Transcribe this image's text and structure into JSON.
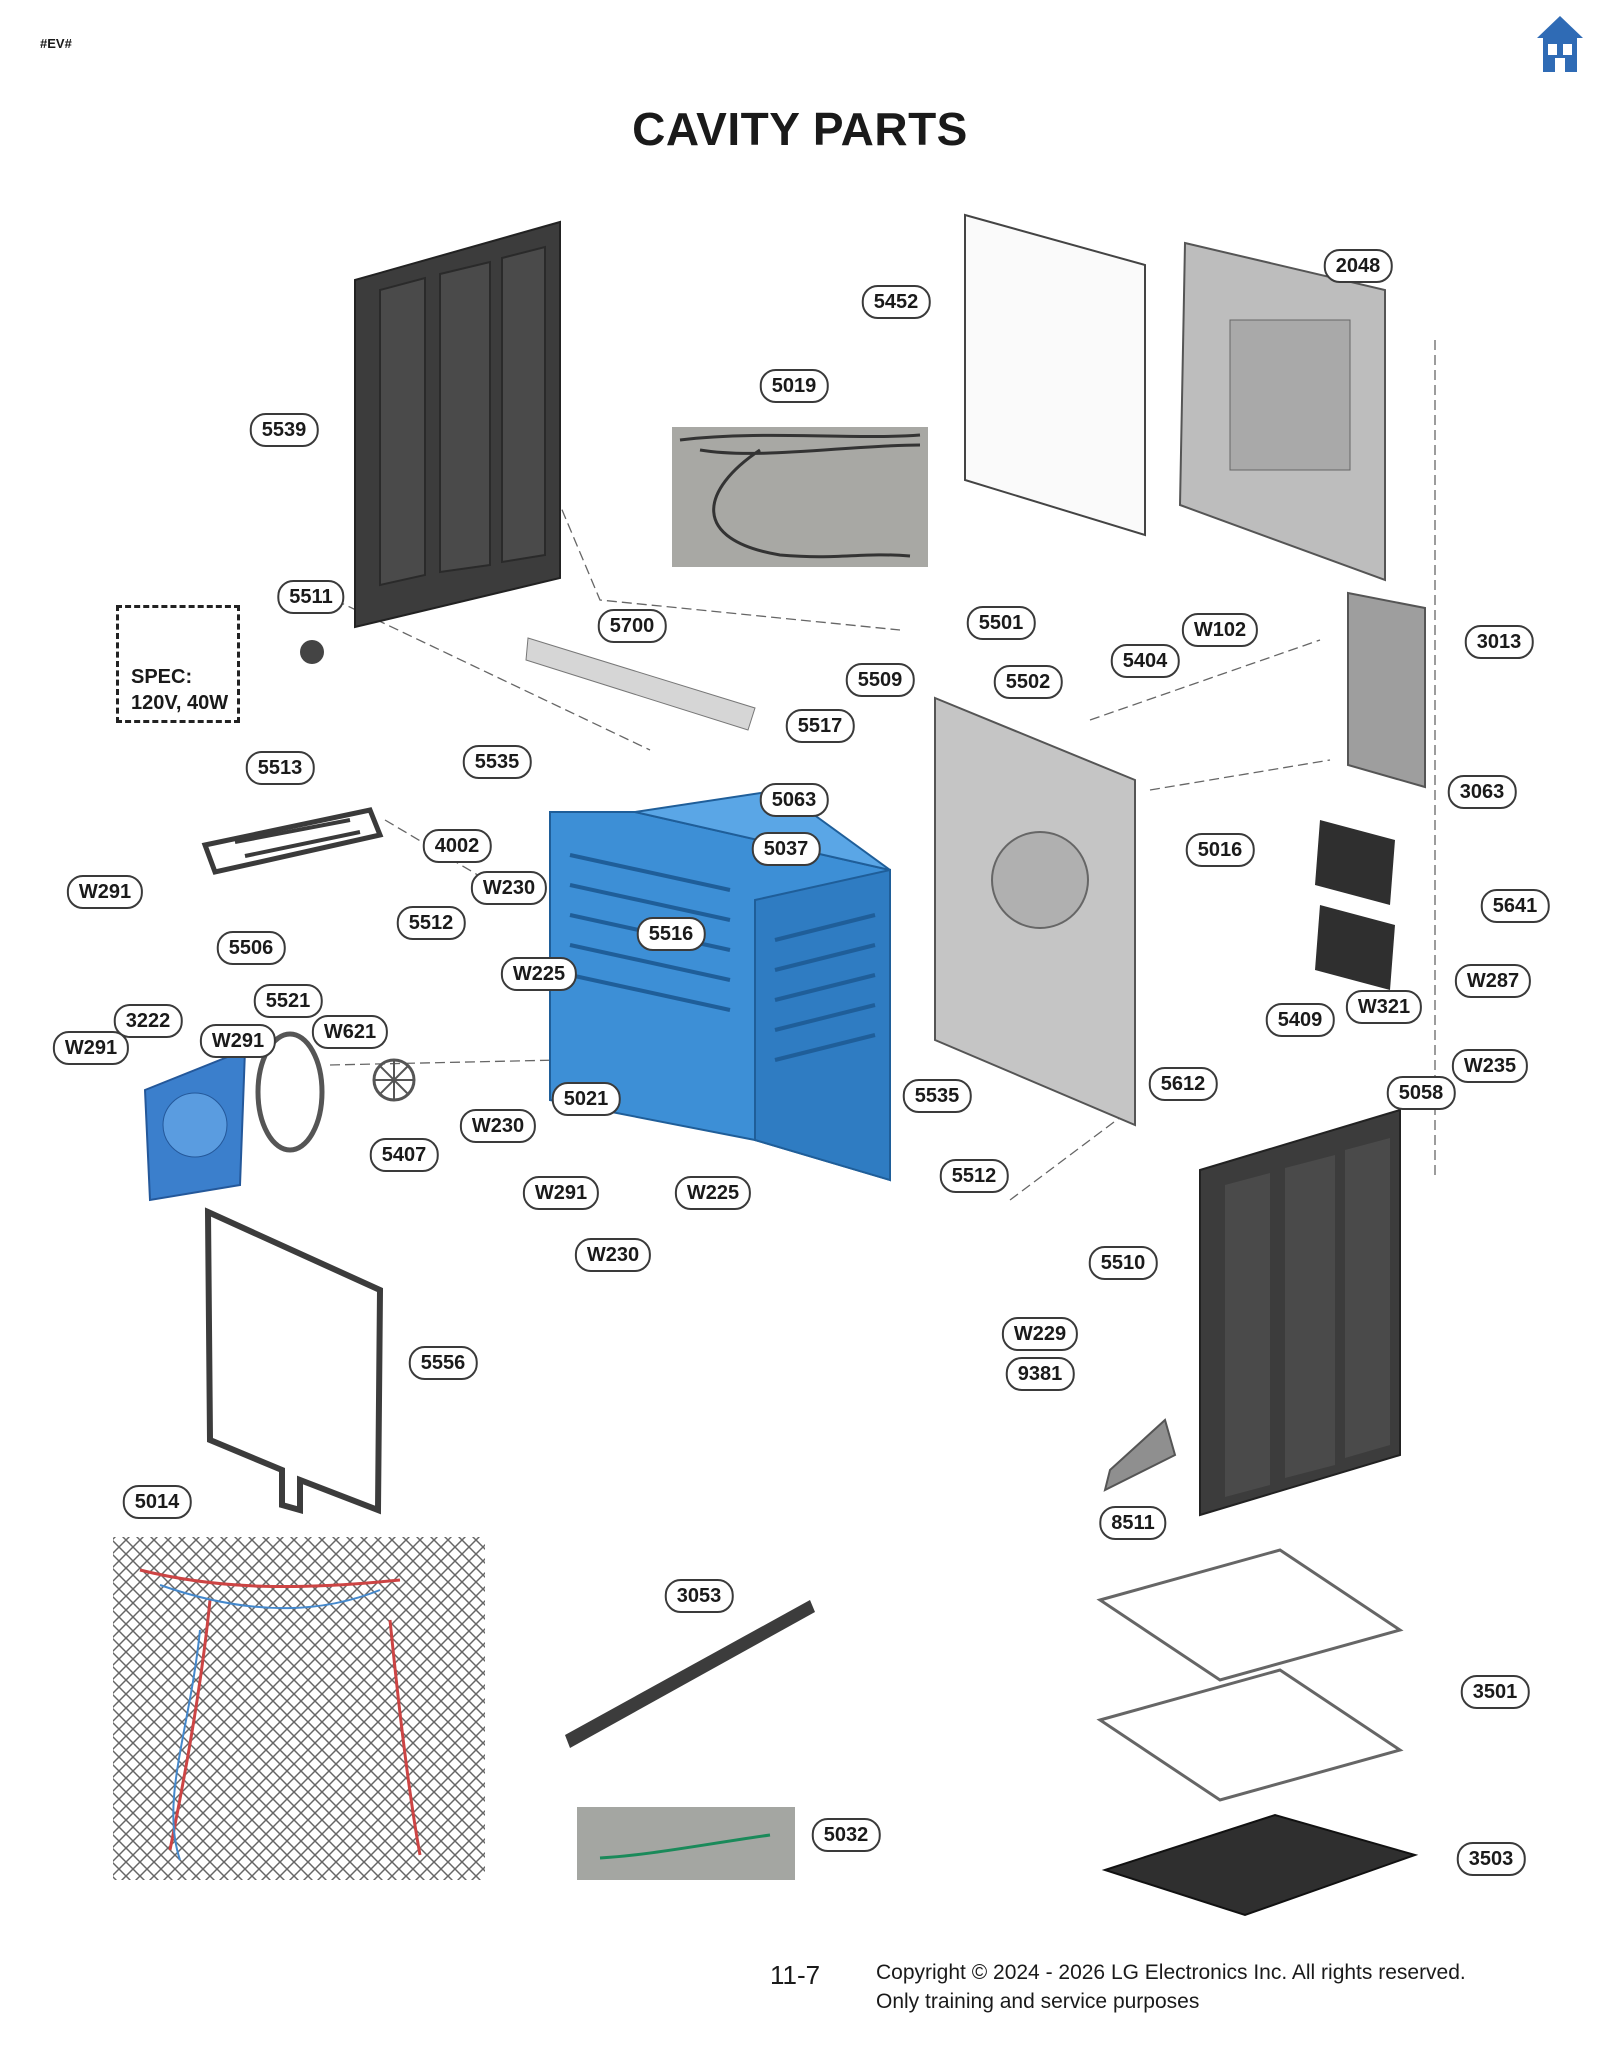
{
  "header": {
    "tag": "#EV#",
    "home_icon": "home-icon",
    "title": "CAVITY PARTS"
  },
  "spec_box": {
    "line1": "SPEC:",
    "line2": "120V, 40W"
  },
  "callouts": [
    {
      "id": "5539",
      "label": "5539"
    },
    {
      "id": "5452",
      "label": "5452"
    },
    {
      "id": "2048",
      "label": "2048"
    },
    {
      "id": "5019",
      "label": "5019"
    },
    {
      "id": "5511",
      "label": "5511"
    },
    {
      "id": "5700",
      "label": "5700"
    },
    {
      "id": "5501",
      "label": "5501"
    },
    {
      "id": "W102",
      "label": "W102"
    },
    {
      "id": "3013",
      "label": "3013"
    },
    {
      "id": "5509",
      "label": "5509"
    },
    {
      "id": "5502",
      "label": "5502"
    },
    {
      "id": "5404",
      "label": "5404"
    },
    {
      "id": "5517",
      "label": "5517"
    },
    {
      "id": "5513",
      "label": "5513"
    },
    {
      "id": "5535a",
      "label": "5535"
    },
    {
      "id": "5063",
      "label": "5063"
    },
    {
      "id": "3063",
      "label": "3063"
    },
    {
      "id": "4002",
      "label": "4002"
    },
    {
      "id": "5037",
      "label": "5037"
    },
    {
      "id": "5016",
      "label": "5016"
    },
    {
      "id": "W291a",
      "label": "W291"
    },
    {
      "id": "W230a",
      "label": "W230"
    },
    {
      "id": "5641",
      "label": "5641"
    },
    {
      "id": "5512a",
      "label": "5512"
    },
    {
      "id": "5516",
      "label": "5516"
    },
    {
      "id": "5506",
      "label": "5506"
    },
    {
      "id": "W225a",
      "label": "W225"
    },
    {
      "id": "W287",
      "label": "W287"
    },
    {
      "id": "5521",
      "label": "5521"
    },
    {
      "id": "W321",
      "label": "W321"
    },
    {
      "id": "3222",
      "label": "3222"
    },
    {
      "id": "5409",
      "label": "5409"
    },
    {
      "id": "W621",
      "label": "W621"
    },
    {
      "id": "W291b",
      "label": "W291"
    },
    {
      "id": "W291c",
      "label": "W291"
    },
    {
      "id": "W235",
      "label": "W235"
    },
    {
      "id": "5612",
      "label": "5612"
    },
    {
      "id": "5535b",
      "label": "5535"
    },
    {
      "id": "5021",
      "label": "5021"
    },
    {
      "id": "5058",
      "label": "5058"
    },
    {
      "id": "W230b",
      "label": "W230"
    },
    {
      "id": "5407",
      "label": "5407"
    },
    {
      "id": "5512b",
      "label": "5512"
    },
    {
      "id": "W291d",
      "label": "W291"
    },
    {
      "id": "W225b",
      "label": "W225"
    },
    {
      "id": "W230c",
      "label": "W230"
    },
    {
      "id": "5510",
      "label": "5510"
    },
    {
      "id": "W229",
      "label": "W229"
    },
    {
      "id": "5556",
      "label": "5556"
    },
    {
      "id": "9381",
      "label": "9381"
    },
    {
      "id": "5014",
      "label": "5014"
    },
    {
      "id": "8511",
      "label": "8511"
    },
    {
      "id": "3053",
      "label": "3053"
    },
    {
      "id": "3501",
      "label": "3501"
    },
    {
      "id": "5032",
      "label": "5032"
    },
    {
      "id": "3503",
      "label": "3503"
    }
  ],
  "footer": {
    "page_number": "11-7",
    "copyright": "Copyright © 2024 - 2026 LG Electronics Inc. All rights reserved.",
    "notice": "Only training and service purposes"
  },
  "colors": {
    "cavity_blue": "#3d8fd6",
    "fan_cover_blue": "#3b7fcc",
    "home_icon": "#2f6bb5",
    "panel_dark": "#3c3c3c"
  }
}
